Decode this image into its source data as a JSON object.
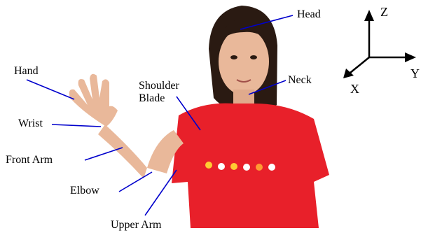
{
  "labels": {
    "head": "Head",
    "neck": "Neck",
    "hand": "Hand",
    "shoulder_blade": "Shoulder\nBlade",
    "wrist": "Wrist",
    "front_arm": "Front Arm",
    "elbow": "Elbow",
    "upper_arm": "Upper Arm"
  },
  "axes": {
    "z": "Z",
    "x": "X",
    "y": "Y"
  },
  "colors": {
    "leader_line": "#0000cc",
    "shirt": "#e8202a",
    "skin": "#e9b89a",
    "hair": "#2a1a12",
    "axis": "#000000"
  }
}
